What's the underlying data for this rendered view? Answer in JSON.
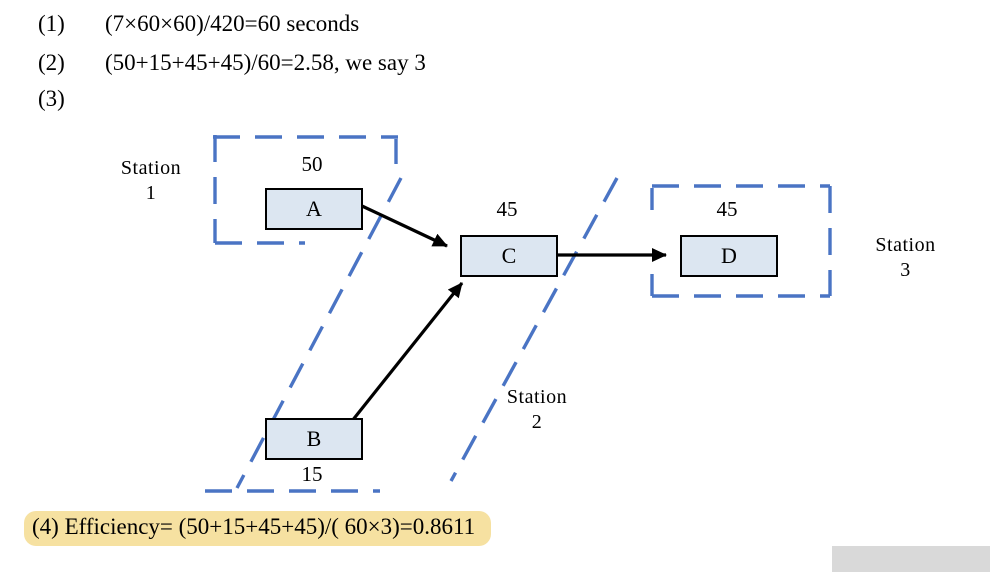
{
  "notes": {
    "line1": {
      "num": "(1)",
      "text": "(7×60×60)/420=60 seconds"
    },
    "line2": {
      "num": "(2)",
      "text": "(50+15+45+45)/60=2.58, we say 3"
    },
    "line3": {
      "num": "(3)",
      "text": ""
    }
  },
  "diagram": {
    "nodes": [
      {
        "id": "A",
        "label": "A",
        "value": "50"
      },
      {
        "id": "B",
        "label": "B",
        "value": "15"
      },
      {
        "id": "C",
        "label": "C",
        "value": "45"
      },
      {
        "id": "D",
        "label": "D",
        "value": "45"
      }
    ],
    "edges": [
      "A→C",
      "B→C",
      "C→D"
    ],
    "stations": [
      {
        "label": "Station",
        "number": "1"
      },
      {
        "label": "Station",
        "number": "2"
      },
      {
        "label": "Station",
        "number": "3"
      }
    ],
    "colors": {
      "boundary_dash": "#4a74c4",
      "node_fill": "#dce6f1",
      "node_border": "#000000",
      "arrow": "#000000"
    }
  },
  "footer": {
    "line": "(4) Efficiency= (50+15+45+45)/( 60×3)=0.8611",
    "highlight": "#f6e1a1"
  }
}
